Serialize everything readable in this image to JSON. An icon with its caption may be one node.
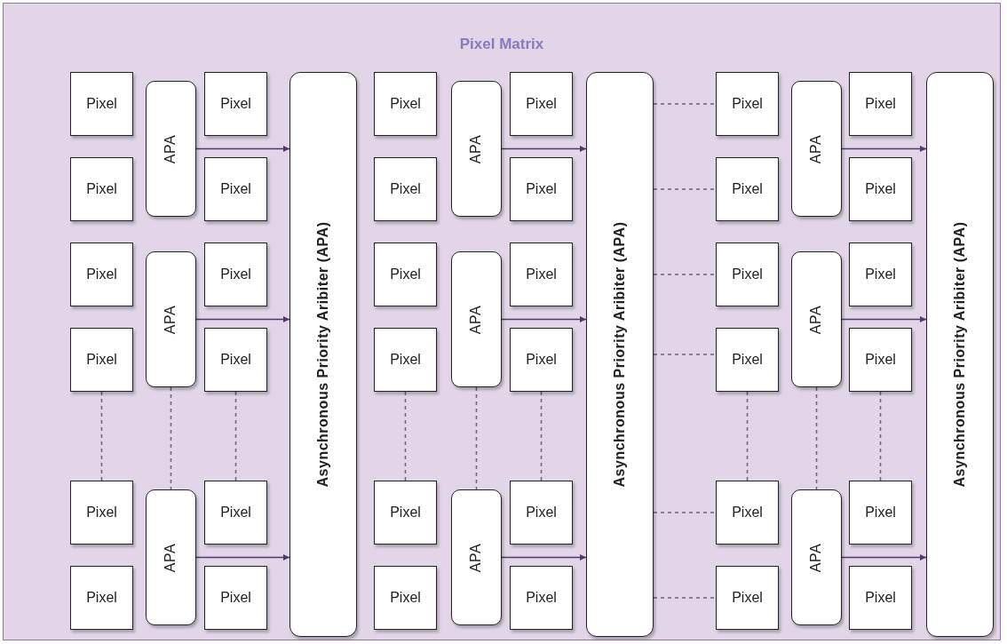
{
  "diagram": {
    "nodes": [
      {
        "text": [
          "Pixel Matrix"
        ]
      },
      {
        "text": [
          "Pixel"
        ],
        "in": 0
      },
      {
        "text": [
          "APA"
        ],
        "in": 0
      },
      {
        "text": [
          "Pixel"
        ],
        "in": 0
      },
      {
        "text": [
          "Pixel"
        ],
        "in": 0
      },
      {
        "text": [
          "Pixel"
        ],
        "in": 0
      },
      {
        "text": [
          "Pixel"
        ],
        "in": 0
      },
      {
        "text": [
          "APA"
        ],
        "in": 0
      },
      {
        "text": [
          "Pixel"
        ],
        "in": 0
      },
      {
        "text": [
          "Pixel"
        ],
        "in": 0
      },
      {
        "text": [
          "Pixel"
        ],
        "in": 0
      },
      {
        "text": [
          "Pixel"
        ],
        "in": 0
      },
      {
        "text": [
          "APA"
        ],
        "in": 0
      },
      {
        "text": [
          "Pixel"
        ],
        "in": 0
      },
      {
        "text": [
          "Pixel"
        ],
        "in": 0
      },
      {
        "text": [
          "Pixel"
        ],
        "in": 0
      },
      {
        "text": [
          "Asynchronous Priority Aribiter (APA)"
        ],
        "in": 0
      },
      {
        "text": [
          "Pixel"
        ],
        "in": 0
      },
      {
        "text": [
          "APA"
        ],
        "in": 0
      },
      {
        "text": [
          "Pixel"
        ],
        "in": 0
      },
      {
        "text": [
          "Pixel"
        ],
        "in": 0
      },
      {
        "text": [
          "Pixel"
        ],
        "in": 0
      },
      {
        "text": [
          "Pixel"
        ],
        "in": 0
      },
      {
        "text": [
          "APA"
        ],
        "in": 0
      },
      {
        "text": [
          "Pixel"
        ],
        "in": 0
      },
      {
        "text": [
          "Pixel"
        ],
        "in": 0
      },
      {
        "text": [
          "Pixel"
        ],
        "in": 0
      },
      {
        "text": [
          "Pixel"
        ],
        "in": 0
      },
      {
        "text": [
          "APA"
        ],
        "in": 0
      },
      {
        "text": [
          "Pixel"
        ],
        "in": 0
      },
      {
        "text": [
          "Pixel"
        ],
        "in": 0
      },
      {
        "text": [
          "Pixel"
        ],
        "in": 0
      },
      {
        "text": [
          "Asynchronous Priority Aribiter (APA)"
        ],
        "in": 0
      },
      {
        "text": [
          "Pixel"
        ],
        "in": 0
      },
      {
        "text": [
          "APA"
        ],
        "in": 0
      },
      {
        "text": [
          "Pixel"
        ],
        "in": 0
      },
      {
        "text": [
          "Pixel"
        ],
        "in": 0
      },
      {
        "text": [
          "Pixel"
        ],
        "in": 0
      },
      {
        "text": [
          "Pixel"
        ],
        "in": 0
      },
      {
        "text": [
          "APA"
        ],
        "in": 0
      },
      {
        "text": [
          "Pixel"
        ],
        "in": 0
      },
      {
        "text": [
          "Pixel"
        ],
        "in": 0
      },
      {
        "text": [
          "Pixel"
        ],
        "in": 0
      },
      {
        "text": [
          "Pixel"
        ],
        "in": 0
      },
      {
        "text": [
          "APA"
        ],
        "in": 0
      },
      {
        "text": [
          "Pixel"
        ],
        "in": 0
      },
      {
        "text": [
          "Pixel"
        ],
        "in": 0
      },
      {
        "text": [
          "Pixel"
        ],
        "in": 0
      },
      {
        "text": [
          "Asynchronous Priority Aribiter (APA)"
        ],
        "in": 0
      }
    ],
    "edges": [
      {
        "from": 2,
        "to": 16,
        "arrow": "to",
        "color": "#50386e"
      },
      {
        "from": 7,
        "to": 16,
        "arrow": "to",
        "color": "#50386e"
      },
      {
        "from": 12,
        "to": 16,
        "arrow": "to",
        "color": "#50386e"
      },
      {
        "from": 9,
        "to": 11,
        "arrow": "none",
        "style": "dashed"
      },
      {
        "from": 7,
        "to": 12,
        "arrow": "none",
        "style": "dashed"
      },
      {
        "from": 10,
        "to": 13,
        "arrow": "none",
        "style": "dashed"
      },
      {
        "from": 18,
        "to": 32,
        "arrow": "to",
        "color": "#50386e"
      },
      {
        "from": 23,
        "to": 32,
        "arrow": "to",
        "color": "#50386e"
      },
      {
        "from": 28,
        "to": 32,
        "arrow": "to",
        "color": "#50386e"
      },
      {
        "from": 25,
        "to": 27,
        "arrow": "none",
        "style": "dashed"
      },
      {
        "from": 23,
        "to": 28,
        "arrow": "none",
        "style": "dashed"
      },
      {
        "from": 26,
        "to": 29,
        "arrow": "none",
        "style": "dashed"
      },
      {
        "from": 34,
        "to": 48,
        "arrow": "to",
        "color": "#50386e"
      },
      {
        "from": 39,
        "to": 48,
        "arrow": "to",
        "color": "#50386e"
      },
      {
        "from": 44,
        "to": 48,
        "arrow": "to",
        "color": "#50386e"
      },
      {
        "from": 41,
        "to": 43,
        "arrow": "none",
        "style": "dashed"
      },
      {
        "from": 39,
        "to": 44,
        "arrow": "none",
        "style": "dashed"
      },
      {
        "from": 42,
        "to": 45,
        "arrow": "none",
        "style": "dashed"
      },
      {
        "from": 32,
        "to": 33,
        "arrow": "none",
        "style": "dashed"
      },
      {
        "from": 32,
        "to": 36,
        "arrow": "none",
        "style": "dashed"
      },
      {
        "from": 32,
        "to": 38,
        "arrow": "none",
        "style": "dashed"
      },
      {
        "from": 32,
        "to": 41,
        "arrow": "none",
        "style": "dashed"
      },
      {
        "from": 32,
        "to": 43,
        "arrow": "none",
        "style": "dashed"
      },
      {
        "from": 32,
        "to": 46,
        "arrow": "none",
        "style": "dashed"
      }
    ]
  }
}
